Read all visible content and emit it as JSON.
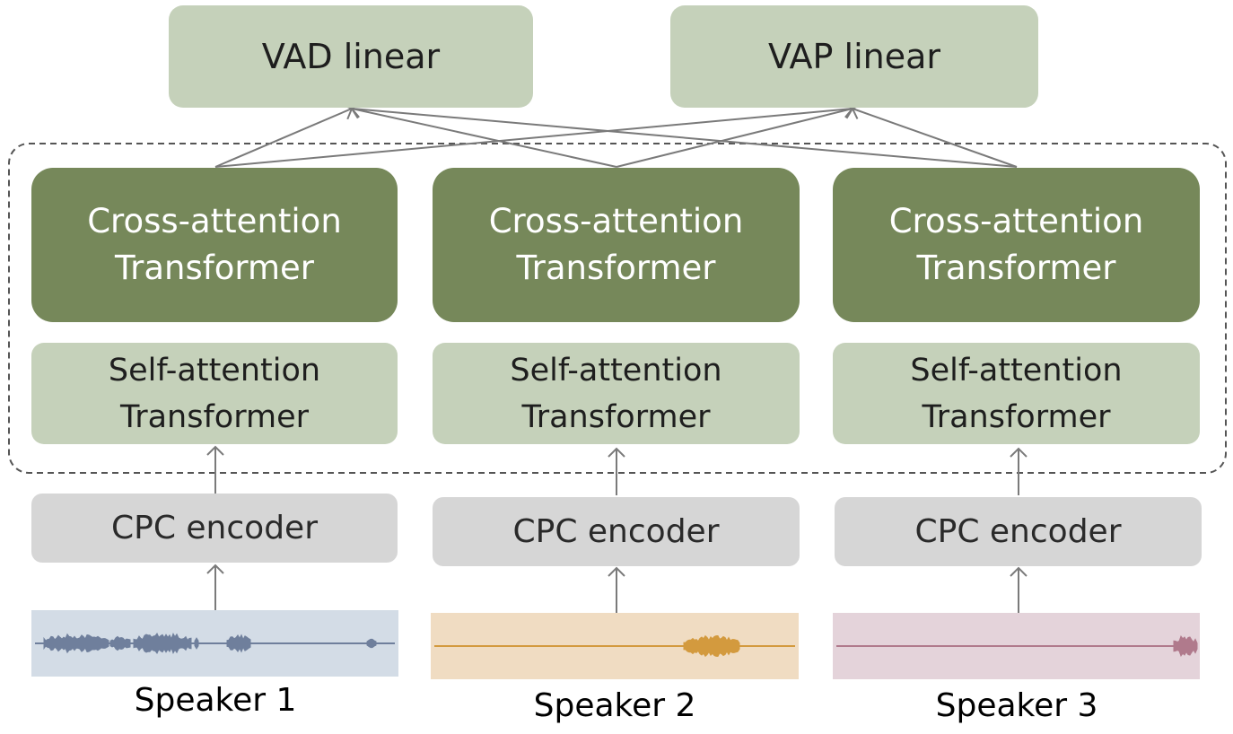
{
  "heads": {
    "vad": "VAD linear",
    "vap": "VAP linear"
  },
  "columns": [
    {
      "cross_line1": "Cross-attention",
      "cross_line2": "Transformer",
      "self_line1": "Self-attention",
      "self_line2": "Transformer",
      "encoder": "CPC encoder",
      "speaker": "Speaker 1",
      "wave_color": "#6f7f9c",
      "wave_bg": "#d3dce6"
    },
    {
      "cross_line1": "Cross-attention",
      "cross_line2": "Transformer",
      "self_line1": "Self-attention",
      "self_line2": "Transformer",
      "encoder": "CPC encoder",
      "speaker": "Speaker 2",
      "wave_color": "#d39a3e",
      "wave_bg": "#f0dcc2"
    },
    {
      "cross_line1": "Cross-attention",
      "cross_line2": "Transformer",
      "self_line1": "Self-attention",
      "self_line2": "Transformer",
      "encoder": "CPC encoder",
      "speaker": "Speaker 3",
      "wave_color": "#b07a8c",
      "wave_bg": "#e4d3da"
    }
  ],
  "colors": {
    "head_fill": "#c5d1ba",
    "cross_fill": "#76885a",
    "self_fill": "#c5d1ba",
    "encoder_fill": "#d6d6d6",
    "arrow": "#7a7a7a",
    "dashed_border": "#555555"
  }
}
